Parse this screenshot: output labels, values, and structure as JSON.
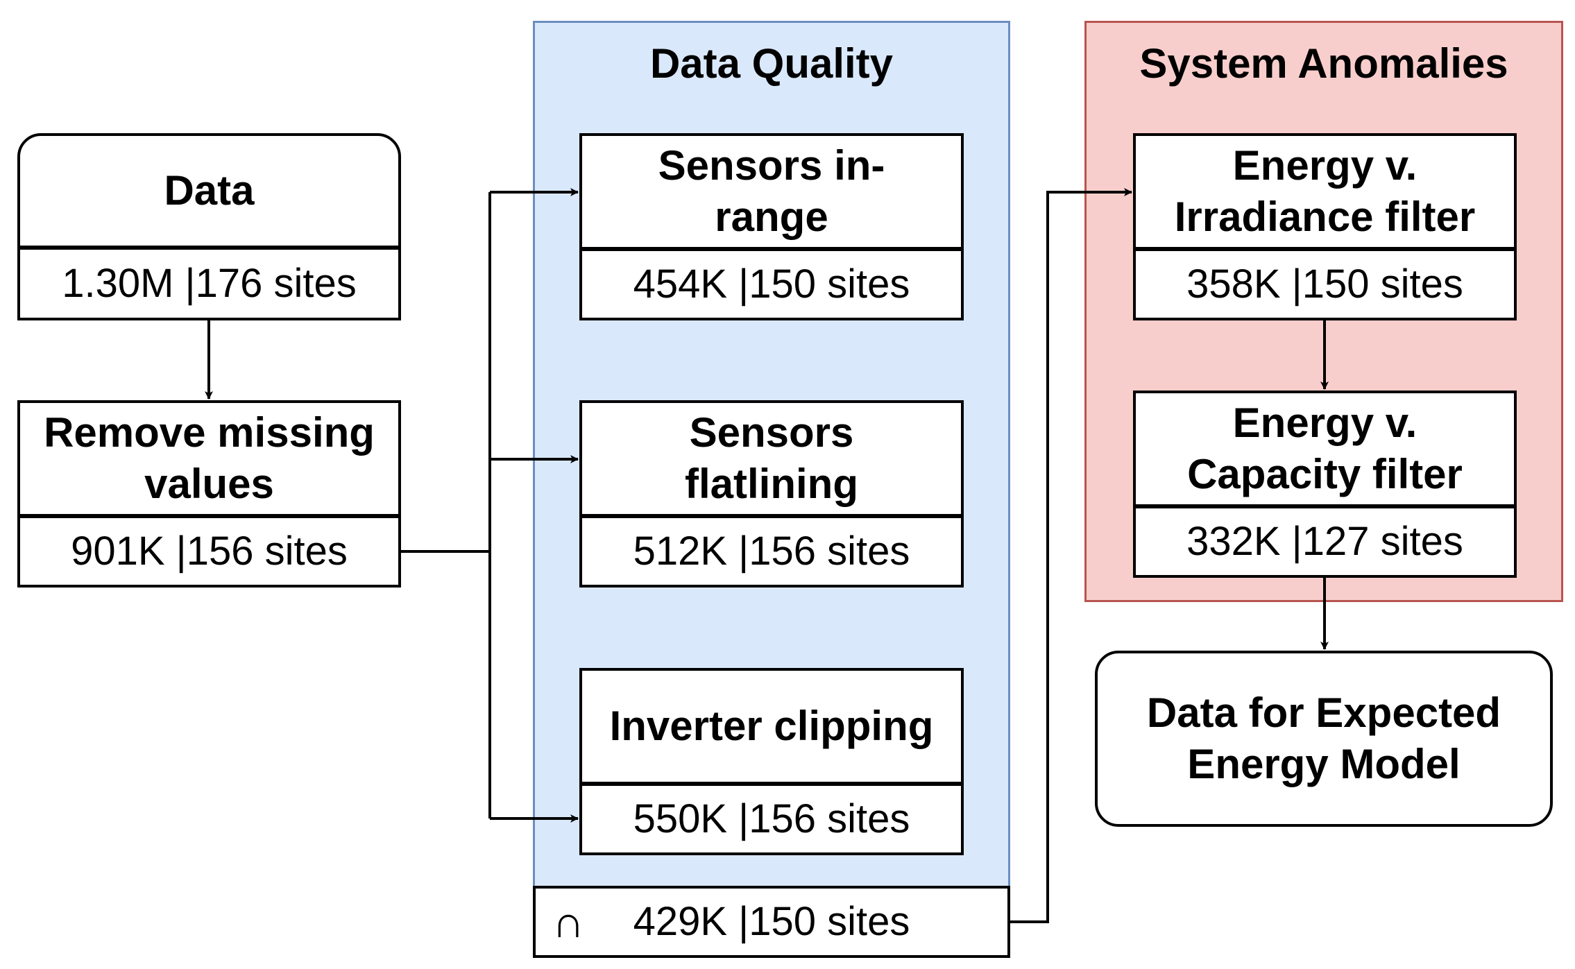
{
  "groups": {
    "data_quality": {
      "title": "Data Quality"
    },
    "system_anomalies": {
      "title": "System Anomalies"
    }
  },
  "nodes": {
    "data": {
      "title": "Data",
      "count": "1.30M |176 sites"
    },
    "remove_missing": {
      "title": "Remove missing values",
      "count": "901K |156 sites"
    },
    "sensors_in_range": {
      "title": "Sensors in-range",
      "count": "454K |150 sites"
    },
    "sensors_flatlining": {
      "title": "Sensors flatlining",
      "count": "512K |156 sites"
    },
    "inverter_clipping": {
      "title": "Inverter clipping",
      "count": "550K |156 sites"
    },
    "intersection": {
      "symbol": "∩",
      "count": "429K |150 sites"
    },
    "energy_irradiance": {
      "title": "Energy v. Irradiance filter",
      "count": "358K |150 sites"
    },
    "energy_capacity": {
      "title": "Energy v. Capacity filter",
      "count": "332K |127 sites"
    },
    "expected_energy": {
      "title": "Data for Expected Energy Model"
    }
  },
  "colors": {
    "data_quality_fill": "#dae8fc",
    "data_quality_border": "#6c8ebf",
    "system_anomalies_fill": "#f8cecc",
    "system_anomalies_border": "#b85450"
  }
}
